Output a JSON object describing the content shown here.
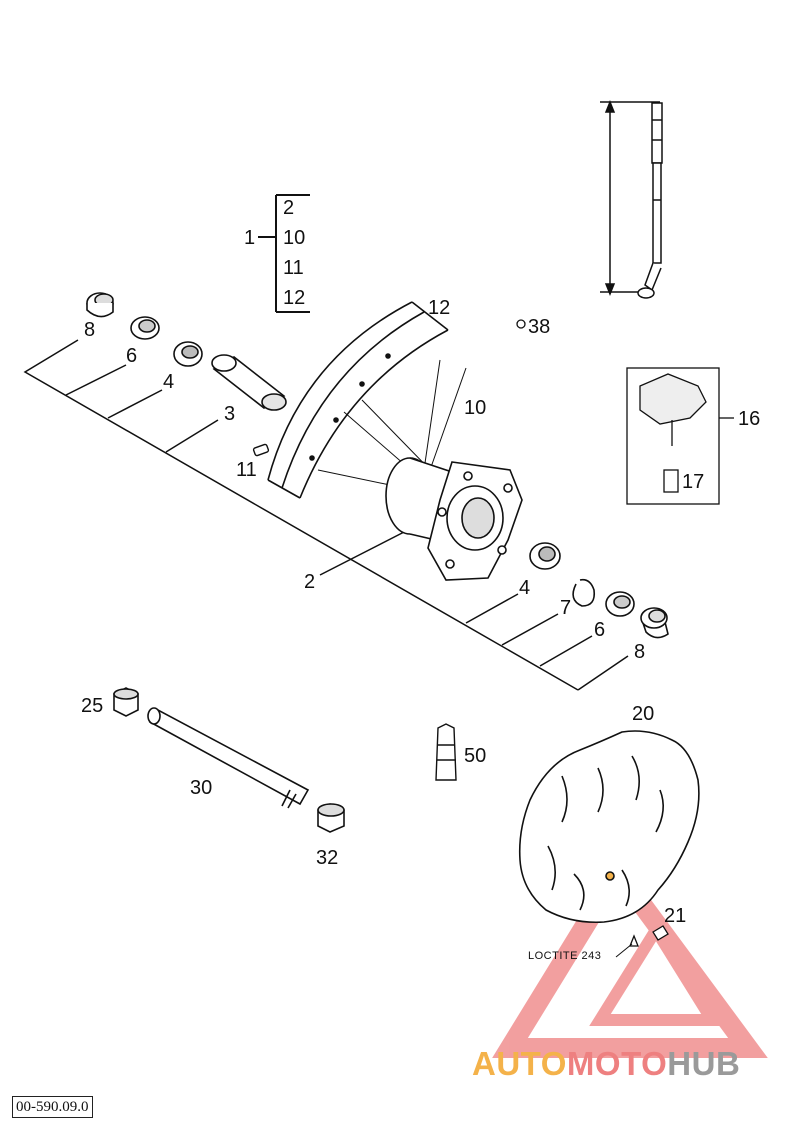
{
  "labels": {
    "set_main": "1",
    "set_items": [
      "2",
      "10",
      "11",
      "12"
    ],
    "l8a": "8",
    "l6a": "6",
    "l4a": "4",
    "l3": "3",
    "l11": "11",
    "l12": "12",
    "l10": "10",
    "l38": "38",
    "l2": "2",
    "l4b": "4",
    "l7": "7",
    "l6b": "6",
    "l8b": "8",
    "l16": "16",
    "l17": "17",
    "l25": "25",
    "l30": "30",
    "l32": "32",
    "l50": "50",
    "l20": "20",
    "l21": "21"
  },
  "note": "LOCTITE 243",
  "drawing_code": "00-590.09.0",
  "watermark": {
    "part1": "AUTO",
    "part2": "MOTO",
    "part3": "HUB",
    "color_orange": "#f4b24a",
    "color_red": "#ee8080",
    "color_gray": "#9a9a9a"
  }
}
